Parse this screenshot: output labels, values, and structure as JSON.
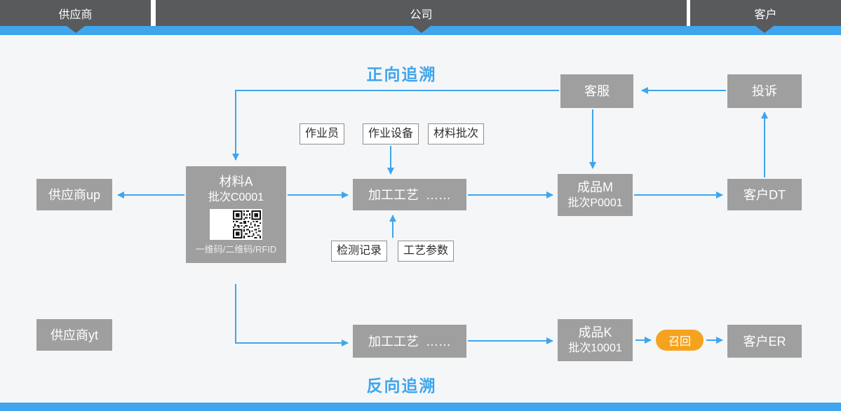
{
  "header": {
    "segments": [
      {
        "label": "供应商"
      },
      {
        "label": "公司"
      },
      {
        "label": "客户"
      }
    ]
  },
  "titles": {
    "forward": "正向追溯",
    "backward": "反向追溯"
  },
  "nodes": {
    "service": "客服",
    "complaint": "投诉",
    "supplier_up": "供应商up",
    "material_a": {
      "title": "材料A",
      "batch": "批次C0001",
      "code_label": "一维码/二维码/RFID"
    },
    "process_top": "加工工艺  ……",
    "product_m": {
      "title": "成品M",
      "batch": "批次P0001"
    },
    "customer_dt": "客户DT",
    "supplier_yt": "供应商yt",
    "process_bottom": "加工工艺  ……",
    "product_k": {
      "title": "成品K",
      "batch": "批次10001"
    },
    "recall": "召回",
    "customer_er": "客户ER"
  },
  "tags": {
    "operator": "作业员",
    "equipment": "作业设备",
    "material_batch": "材料批次",
    "inspection": "检测记录",
    "parameters": "工艺参数"
  },
  "colors": {
    "accent_blue": "#3fa5ec",
    "header_dark": "#595a5c",
    "node_gray": "#9f9f9f",
    "recall_orange": "#f5a31f"
  }
}
